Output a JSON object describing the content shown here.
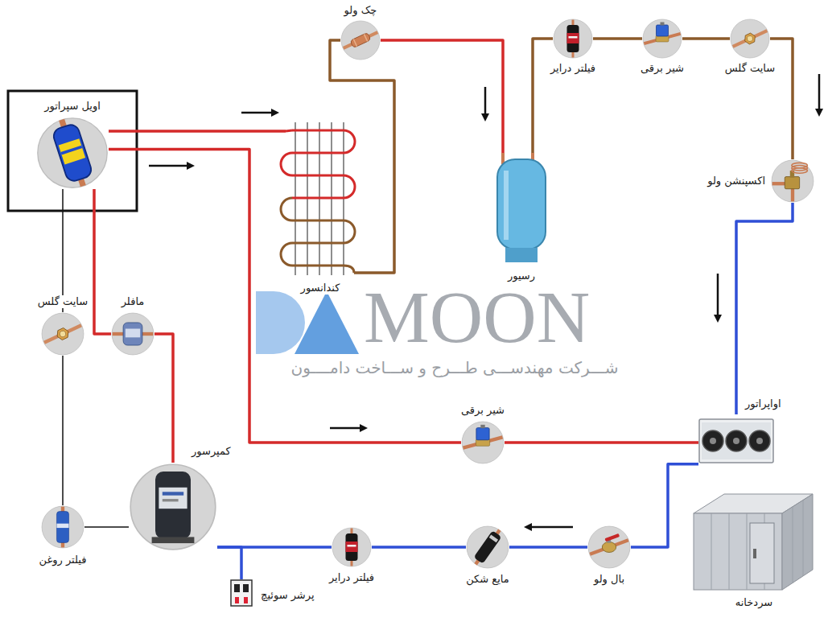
{
  "diagram": {
    "nodes": [
      {
        "text": [
          "اویل سپراتور"
        ]
      },
      {
        "text": [
          "چک ولو"
        ]
      },
      {
        "text": [
          "فیلتر درایر"
        ]
      },
      {
        "text": [
          "شیر برقی"
        ]
      },
      {
        "text": [
          "سایت گلس"
        ]
      },
      {
        "text": [
          "اکسپنشن ولو"
        ]
      },
      {
        "text": [
          "کندانسور"
        ]
      },
      {
        "text": [
          "رسیور"
        ]
      },
      {
        "text": [
          "سایت گلس"
        ]
      },
      {
        "text": [
          "مافلر"
        ]
      },
      {
        "text": [
          "شیر برقی"
        ]
      },
      {
        "text": [
          "اواپراتور"
        ]
      },
      {
        "text": [
          "کمپرسور"
        ]
      },
      {
        "text": [
          "فیلتر روغن"
        ]
      },
      {
        "text": [
          "پرشر سوئیچ"
        ]
      },
      {
        "text": [
          "فیلتر درایر"
        ]
      },
      {
        "text": [
          "مایع شکن"
        ]
      },
      {
        "text": [
          "بال ولو"
        ]
      },
      {
        "text": [
          "سردخانه"
        ]
      }
    ],
    "edges": [
      {
        "from": 12,
        "to": 9,
        "arrow": "none"
      },
      {
        "from": 9,
        "to": 0,
        "arrow": "none"
      },
      {
        "from": 0,
        "to": 6,
        "arrow": "none"
      },
      {
        "from": 0,
        "to": 10,
        "arrow": "none"
      },
      {
        "from": 10,
        "to": 11,
        "arrow": "none"
      },
      {
        "from": 6,
        "to": 1,
        "arrow": "none"
      },
      {
        "from": 1,
        "to": 7,
        "arrow": "none"
      },
      {
        "from": 7,
        "to": 2,
        "arrow": "none"
      },
      {
        "from": 2,
        "to": 3,
        "arrow": "none"
      },
      {
        "from": 3,
        "to": 4,
        "arrow": "none"
      },
      {
        "from": 4,
        "to": 5,
        "arrow": "none"
      },
      {
        "from": 5,
        "to": 11,
        "arrow": "none"
      },
      {
        "from": 11,
        "to": 17,
        "arrow": "none"
      },
      {
        "from": 17,
        "to": 16,
        "arrow": "none"
      },
      {
        "from": 16,
        "to": 15,
        "arrow": "none"
      },
      {
        "from": 15,
        "to": 12,
        "arrow": "none"
      },
      {
        "from": 12,
        "to": 14,
        "arrow": "none"
      },
      {
        "from": 0,
        "to": 8,
        "arrow": "none"
      },
      {
        "from": 8,
        "to": 13,
        "arrow": "none"
      },
      {
        "from": 13,
        "to": 12,
        "arrow": "none"
      }
    ],
    "labels": [
      "MOON",
      "شـــرکت مهندســـی طـــرح و ســـاخت دامــــون"
    ]
  }
}
